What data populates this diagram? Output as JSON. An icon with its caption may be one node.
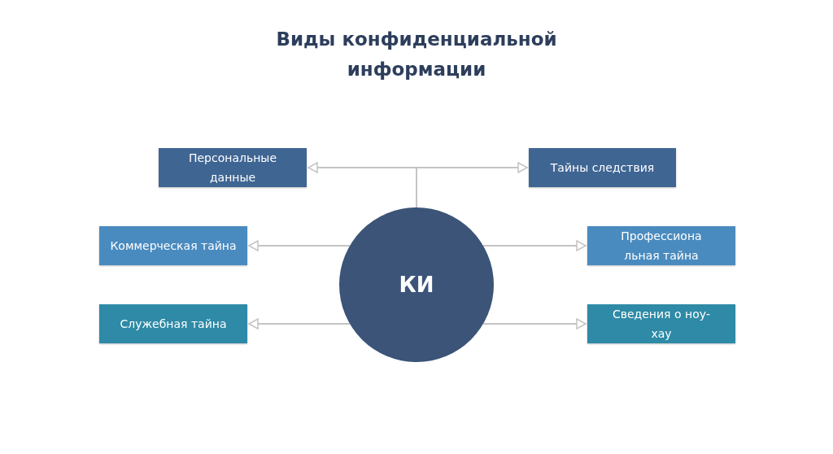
{
  "diagram": {
    "title": "Виды конфиденциальной информации",
    "nodes": [
      {
        "text": [
          "Персональные данные"
        ]
      },
      {
        "text": [
          "Тайны следствия"
        ]
      },
      {
        "text": [
          "Коммерческая тайна"
        ]
      },
      {
        "text": [
          "Профессиона льная тайна"
        ]
      },
      {
        "text": [
          "Служебная тайна"
        ]
      },
      {
        "text": [
          "Сведения о ноу-хау"
        ]
      },
      {
        "text": [
          "КИ"
        ]
      }
    ],
    "edges": [
      {
        "from": 6,
        "to": 0,
        "arrow": "to"
      },
      {
        "from": 6,
        "to": 1,
        "arrow": "to"
      },
      {
        "from": 6,
        "to": 2,
        "arrow": "to"
      },
      {
        "from": 6,
        "to": 3,
        "arrow": "to"
      },
      {
        "from": 6,
        "to": 4,
        "arrow": "to"
      },
      {
        "from": 6,
        "to": 5,
        "arrow": "to"
      }
    ]
  }
}
